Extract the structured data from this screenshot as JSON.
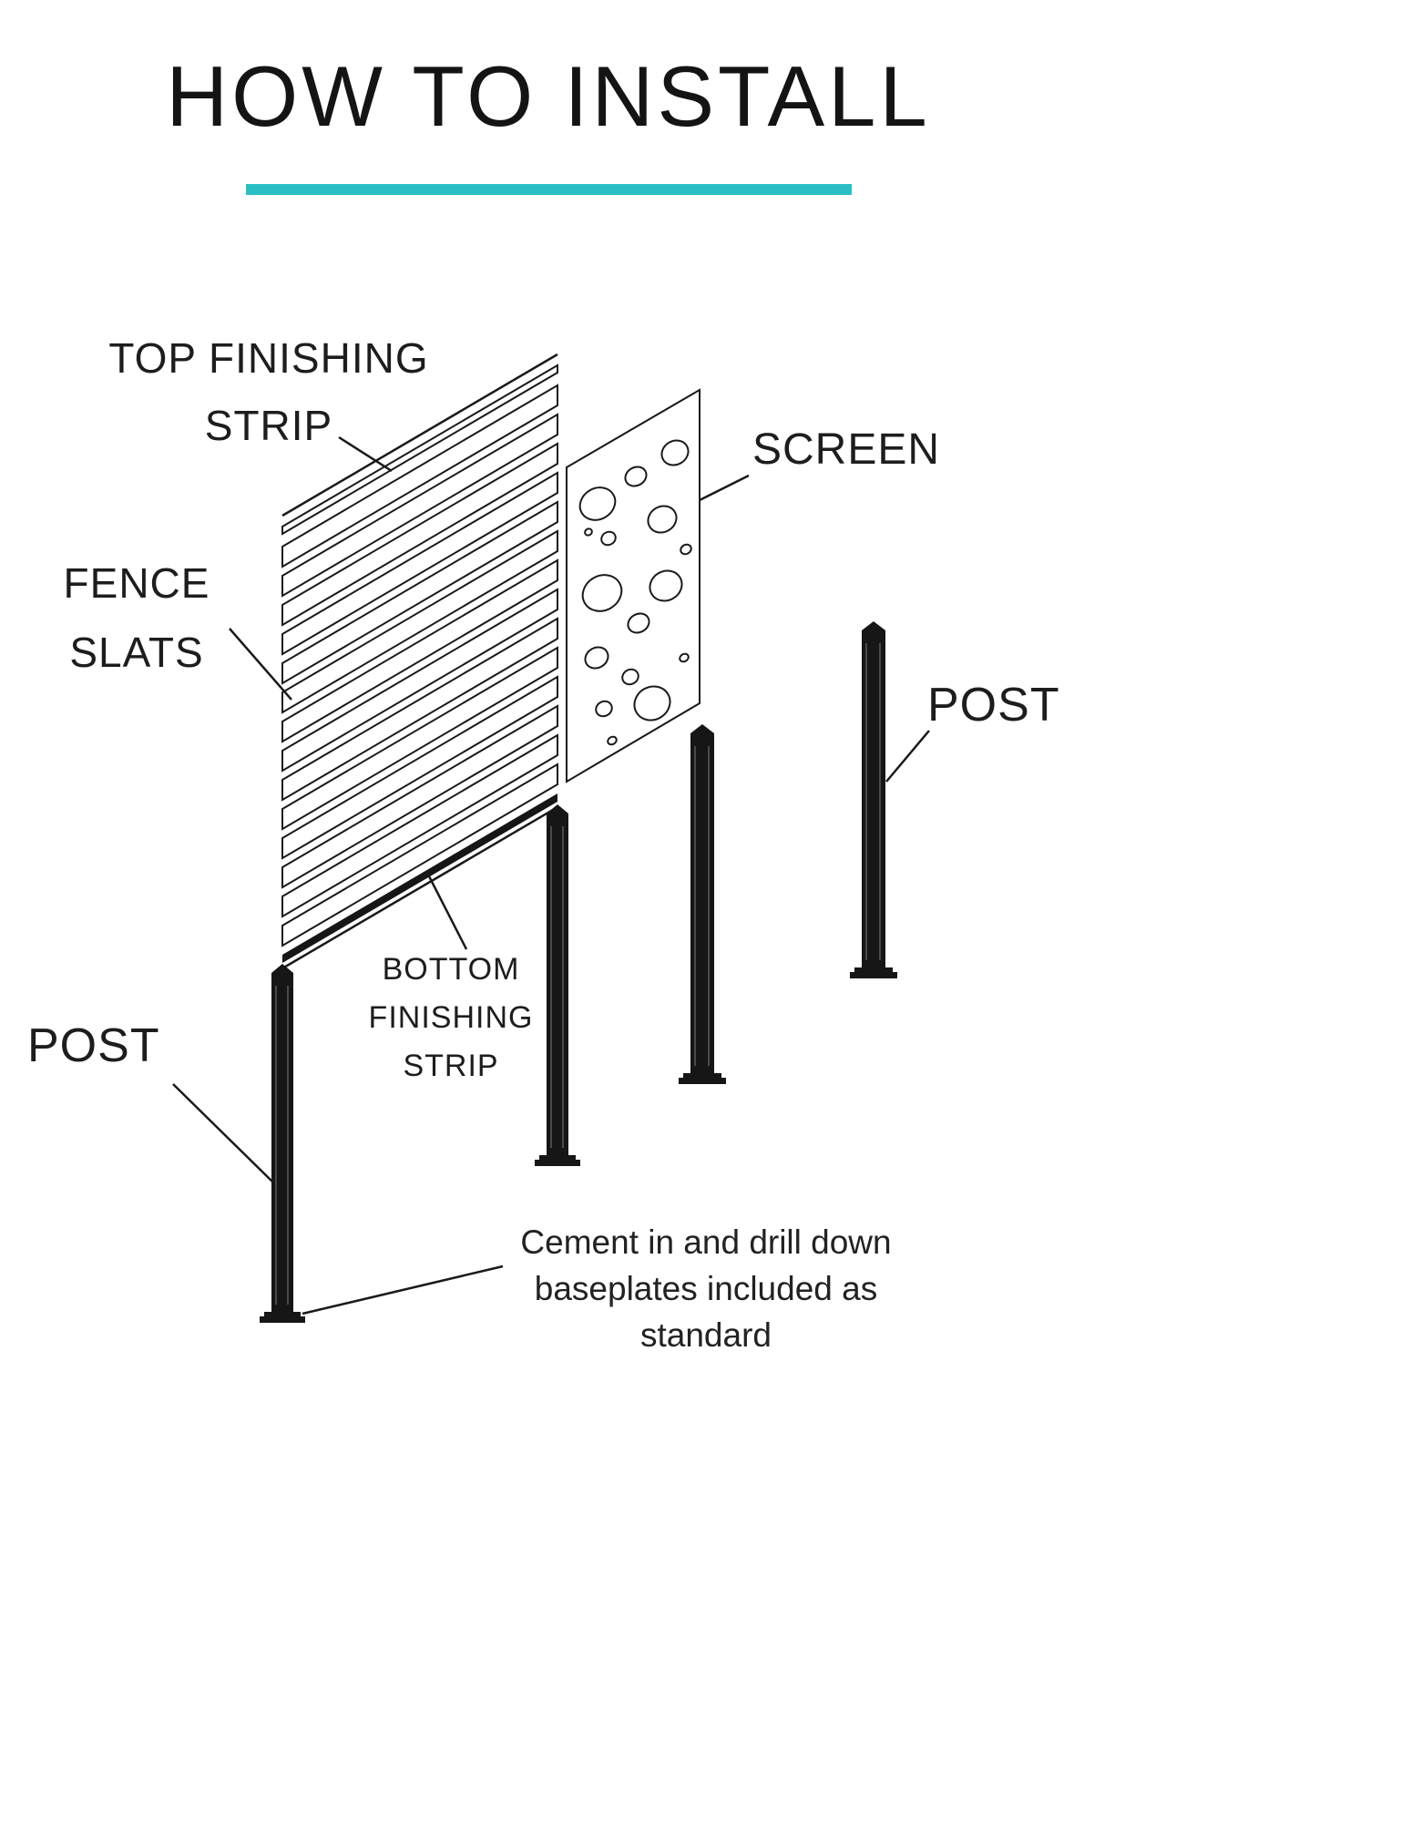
{
  "title": "HOW TO INSTALL",
  "colors": {
    "accent": "#2bbfc4",
    "ink": "#1a1a1a"
  },
  "labels": {
    "top_finishing_strip": [
      "TOP FINISHING",
      "STRIP"
    ],
    "fence_slats": [
      "FENCE",
      "SLATS"
    ],
    "screen": "SCREEN",
    "post_right": "POST",
    "post_left": "POST",
    "bottom_finishing_strip": [
      "BOTTOM",
      "FINISHING",
      "STRIP"
    ],
    "note": [
      "Cement in and drill down",
      "baseplates included as",
      "standard"
    ]
  }
}
